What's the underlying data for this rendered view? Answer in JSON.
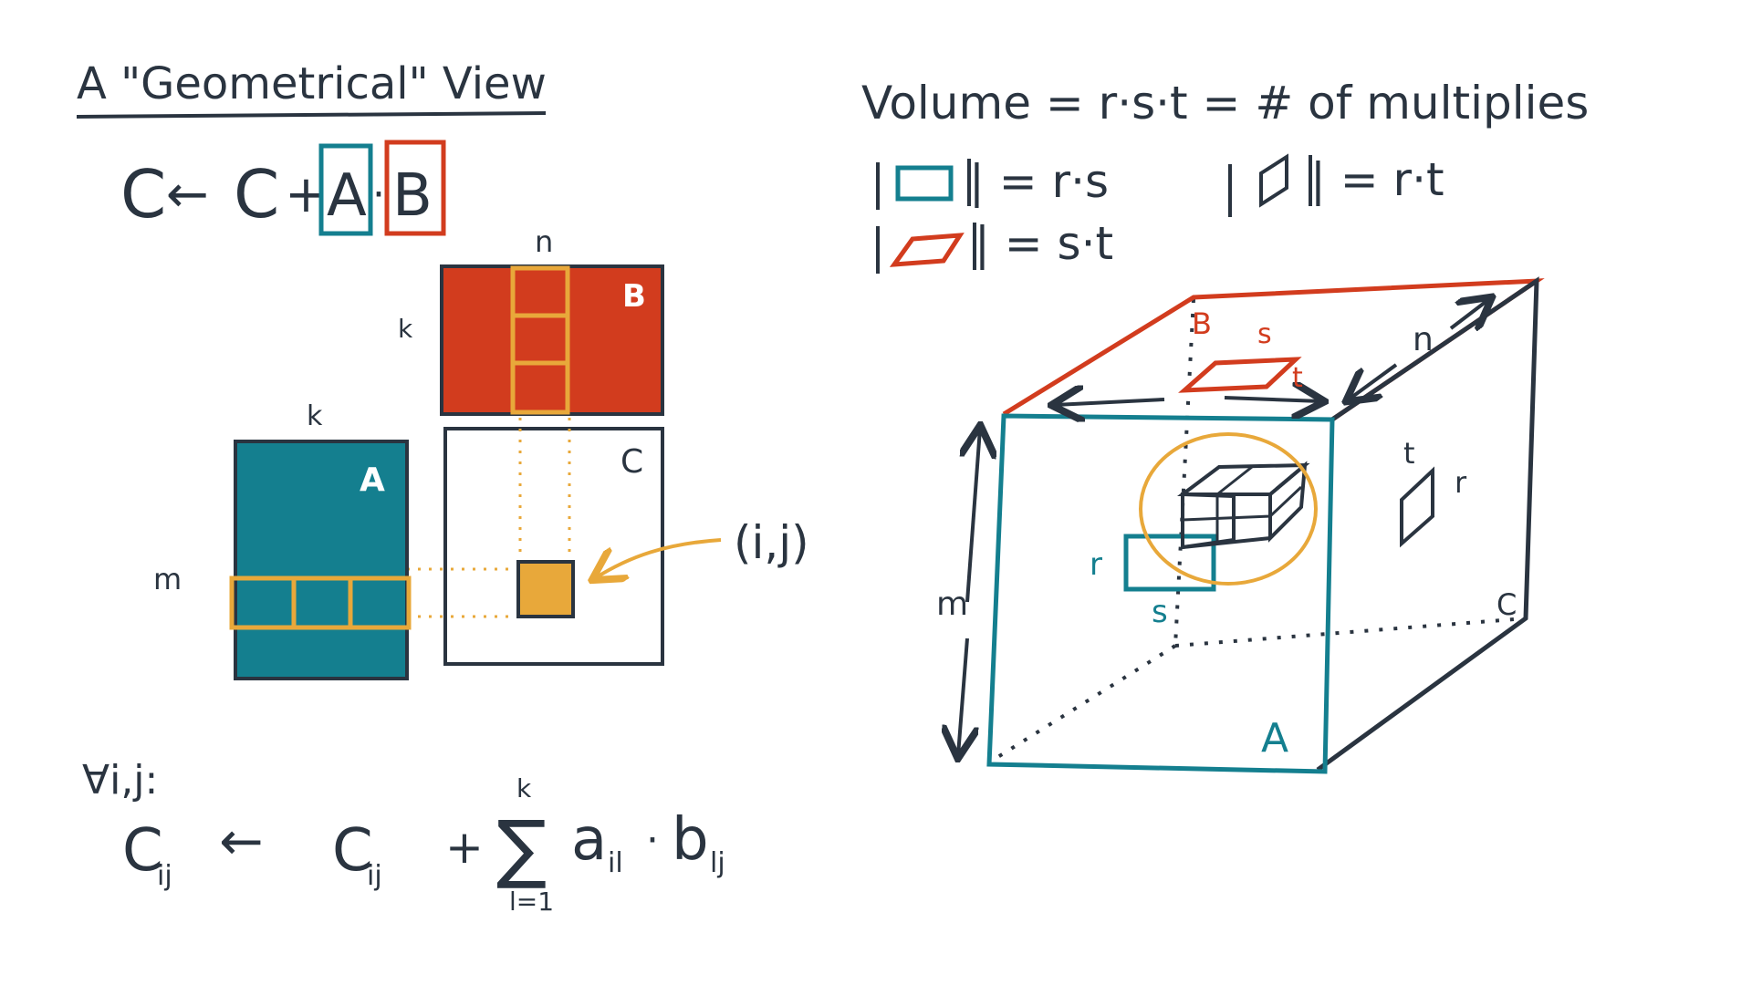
{
  "title": "A \"Geometrical\" View",
  "update_rule": {
    "lhs": "C",
    "arrow": "←",
    "rhs_c": "C",
    "plus": "+",
    "a": "A",
    "dot": "·",
    "b": "B"
  },
  "matrices": {
    "label_n": "n",
    "label_k_b": "k",
    "label_b": "B",
    "label_k_a": "k",
    "label_a": "A",
    "label_c": "C",
    "label_m": "m",
    "label_ij": "(i,j)"
  },
  "formula": {
    "forall": "∀i,j:",
    "c_ij": "C",
    "sub_ij": "ij",
    "arrow": "←",
    "c_ij_2": "C",
    "sub_ij_2": "ij",
    "plus": "+",
    "sum": "∑",
    "sum_top": "k",
    "sum_bottom": "l=1",
    "a_il": "a",
    "sub_il": "il",
    "dot": "·",
    "b_lj": "b",
    "sub_lj": "lj"
  },
  "volume": {
    "line1": "Volume = r·s·t = # of multiplies",
    "teal_rect_eq": "| = r·s",
    "parallelogram_dark_eq": "| = r·t",
    "parallelogram_red_eq": "| = s·t"
  },
  "cube": {
    "label_b": "B",
    "label_s_top": "s",
    "label_t_top": "t",
    "label_n": "n",
    "label_t_side": "t",
    "label_r_side": "r",
    "label_r_front": "r",
    "label_s_front": "s",
    "label_m": "m",
    "label_c": "C",
    "label_a": "A"
  },
  "colors": {
    "ink": "#2a3440",
    "teal": "#147f8f",
    "red": "#d23c1e",
    "orange": "#e8a83a"
  }
}
